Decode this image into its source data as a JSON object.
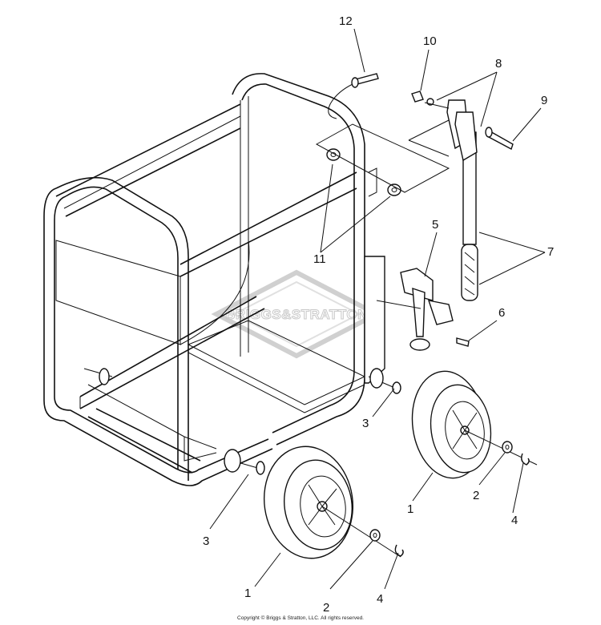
{
  "diagram": {
    "callouts": [
      "1",
      "1",
      "2",
      "2",
      "3",
      "3",
      "4",
      "4",
      "5",
      "6",
      "7",
      "8",
      "9",
      "10",
      "11",
      "12"
    ],
    "watermark": "BRIGGS&STRATTON",
    "copyright": "Copyright © Briggs & Stratton, LLC. All rights reserved."
  }
}
